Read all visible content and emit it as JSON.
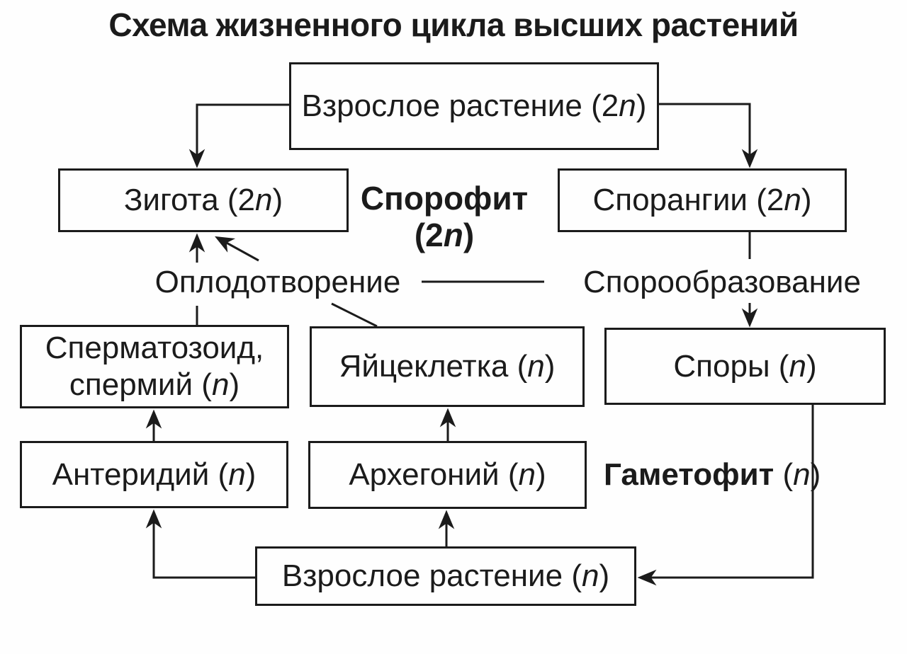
{
  "title": "Схема жизненного цикла высших растений",
  "colors": {
    "ink": "#1b1b1b",
    "background": "#fefefe"
  },
  "nodes": {
    "adult_plant_2n": {
      "pre": "Взрослое растение (2",
      "it": "n",
      "post": ")"
    },
    "zygote": {
      "pre": "Зигота (2",
      "it": "n",
      "post": ")"
    },
    "sporangia": {
      "pre": "Спорангии (2",
      "it": "n",
      "post": ")"
    },
    "sperm": {
      "line1": "Сперматозоид,",
      "pre": "спермий (",
      "it": "n",
      "post": ")"
    },
    "egg": {
      "pre": "Яйцеклетка (",
      "it": "n",
      "post": ")"
    },
    "spores": {
      "pre": "Споры (",
      "it": "n",
      "post": ")"
    },
    "antheridium": {
      "pre": "Антеридий (",
      "it": "n",
      "post": ")"
    },
    "archegonium": {
      "pre": "Архегоний (",
      "it": "n",
      "post": ")"
    },
    "adult_plant_n": {
      "pre": "Взрослое растение (",
      "it": "n",
      "post": ")"
    }
  },
  "labels": {
    "sporophyte": {
      "line1": "Спорофит",
      "pre": "(2",
      "it": "n",
      "post": ")"
    },
    "gametophyte": {
      "bold": "Гаметофит",
      "pre": " (",
      "it": "n",
      "post": ")"
    },
    "fertilization": "Оплодотворение",
    "sporulation": "Спорообразование"
  }
}
